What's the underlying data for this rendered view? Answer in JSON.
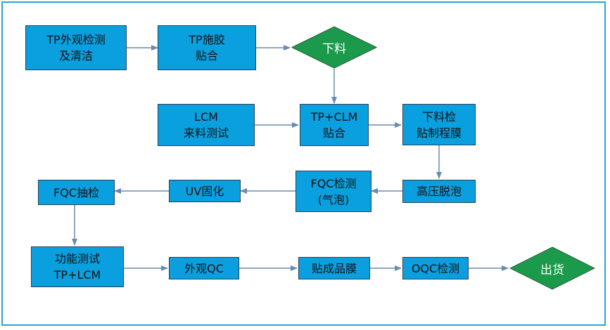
{
  "nodes": {
    "tp_inspect": {
      "line1": "TP外观检测",
      "line2": "及清洁"
    },
    "tp_glue": {
      "line1": "TP施胶",
      "line2": "贴合"
    },
    "unload1": {
      "label": "下料"
    },
    "lcm_test": {
      "line1": "LCM",
      "line2": "来料测试"
    },
    "tp_clm": {
      "line1": "TP+CLM",
      "line2": "贴合"
    },
    "unload_inspect": {
      "line1": "下料检",
      "line2": "贴制程膜"
    },
    "degas": {
      "label": "高压脱泡"
    },
    "fqc_bubble": {
      "line1": "FQC检测",
      "line2": "(气泡)"
    },
    "uv_cure": {
      "label": "UV固化"
    },
    "fqc_sample": {
      "label": "FQC抽检"
    },
    "func_test": {
      "line1": "功能测试",
      "line2": "TP+LCM"
    },
    "visual_qc": {
      "label": "外观QC"
    },
    "film": {
      "label": "贴成品膜"
    },
    "oqc": {
      "label": "OQC检测"
    },
    "ship": {
      "label": "出货"
    }
  },
  "colors": {
    "process_box": "#0aa0e0",
    "decision_diamond": "#1a9a4a",
    "arrow": "#6a8bb0",
    "frame_border": "#2ba3d6"
  }
}
